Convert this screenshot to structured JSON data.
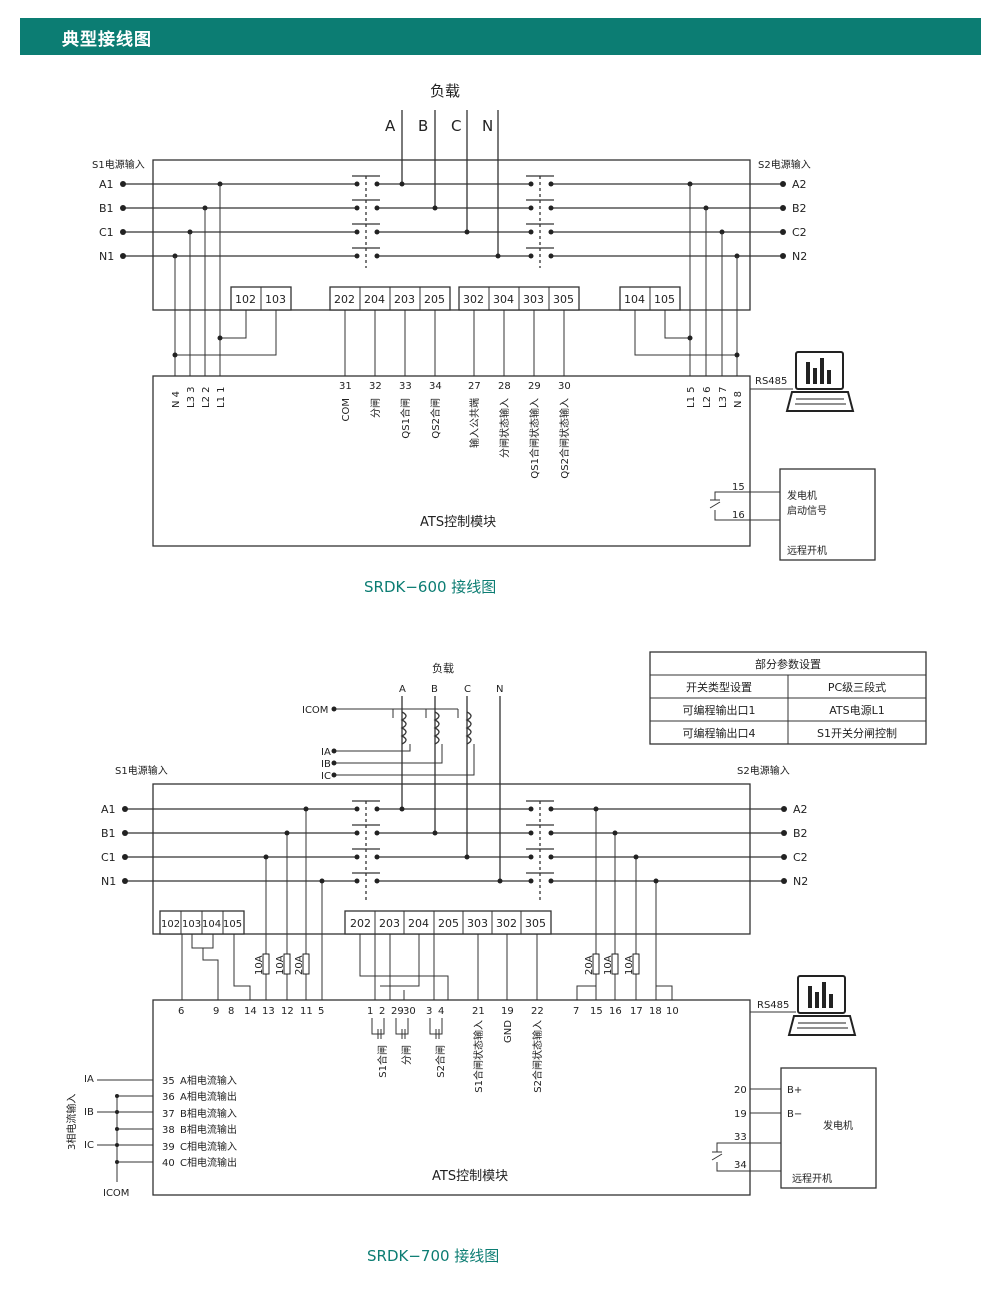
{
  "header": {
    "title": "典型接线图"
  },
  "diagram600": {
    "load_label": "负载",
    "phases": [
      "A",
      "B",
      "C",
      "N"
    ],
    "s1_label": "S1电源输入",
    "s2_label": "S2电源输入",
    "s1_lines": [
      "A1",
      "B1",
      "C1",
      "N1"
    ],
    "s2_lines": [
      "A2",
      "B2",
      "C2",
      "N2"
    ],
    "terminal_groups": [
      [
        "102",
        "103"
      ],
      [
        "202",
        "204",
        "203",
        "205"
      ],
      [
        "302",
        "304",
        "303",
        "305"
      ],
      [
        "104",
        "105"
      ]
    ],
    "bottom_left_pins": [
      "N 4",
      "L3 3",
      "L2 2",
      "L1 1"
    ],
    "bottom_mid_numbers": [
      "31",
      "32",
      "33",
      "34",
      "27",
      "28",
      "29",
      "30"
    ],
    "bottom_mid_labels": [
      "COM",
      "分闸",
      "QS1合闸",
      "QS2合闸",
      "输入公共端",
      "分闸状态输入",
      "QS1合闸状态输入",
      "QS2合闸状态输入"
    ],
    "bottom_right_pins": [
      "L1 5",
      "L2 6",
      "L3 7",
      "N 8"
    ],
    "rs485": "RS485",
    "gen_pins": [
      "15",
      "16"
    ],
    "gen_label_1": "发电机",
    "gen_label_2": "启动信号",
    "remote_start": "远程开机",
    "module_label": "ATS控制模块",
    "caption": "SRDK−600 接线图"
  },
  "params_table": {
    "title": "部分参数设置",
    "rows": [
      [
        "开关类型设置",
        "PC级三段式"
      ],
      [
        "可编程输出口1",
        "ATS电源L1"
      ],
      [
        "可编程输出口4",
        "S1开关分闸控制"
      ]
    ]
  },
  "diagram700": {
    "load_label": "负载",
    "phases": [
      "A",
      "B",
      "C",
      "N"
    ],
    "icom": "ICOM",
    "ct_labels": [
      "IA",
      "IB",
      "IC"
    ],
    "s1_label": "S1电源输入",
    "s2_label": "S2电源输入",
    "s1_lines": [
      "A1",
      "B1",
      "C1",
      "N1"
    ],
    "s2_lines": [
      "A2",
      "B2",
      "C2",
      "N2"
    ],
    "left_terminals": [
      "102",
      "103",
      "104",
      "105"
    ],
    "mid_terminals": [
      "202",
      "203",
      "204",
      "205",
      "303",
      "302",
      "305"
    ],
    "fuses_left": [
      "10A",
      "10A",
      "20A"
    ],
    "fuses_right": [
      "20A",
      "10A",
      "10A"
    ],
    "pins_left": [
      "6",
      "9",
      "8",
      "14",
      "13",
      "12",
      "11",
      "5"
    ],
    "pins_mid": [
      "1",
      "2",
      "29",
      "30",
      "3",
      "4",
      "21",
      "19",
      "22"
    ],
    "pins_right": [
      "7",
      "15",
      "16",
      "17",
      "18",
      "10"
    ],
    "mid_labels": [
      "S1合闸",
      "分闸",
      "S2合闸",
      "S1合闸状态输入",
      "GND",
      "S2合闸状态输入"
    ],
    "current_rows": [
      [
        "35",
        "A相电流输入"
      ],
      [
        "36",
        "A相电流输出"
      ],
      [
        "37",
        "B相电流输入"
      ],
      [
        "38",
        "B相电流输出"
      ],
      [
        "39",
        "C相电流输入"
      ],
      [
        "40",
        "C相电流输出"
      ]
    ],
    "current_side_label": "3相电流输入",
    "current_src": [
      "IA",
      "IB",
      "IC"
    ],
    "icom_bottom": "ICOM",
    "rs485": "RS485",
    "gen_pins": [
      "20",
      "19",
      "33",
      "34"
    ],
    "gen_terms": [
      "B+",
      "B−"
    ],
    "gen_label": "发电机",
    "remote_start": "远程开机",
    "module_label": "ATS控制模块",
    "caption": "SRDK−700 接线图"
  }
}
